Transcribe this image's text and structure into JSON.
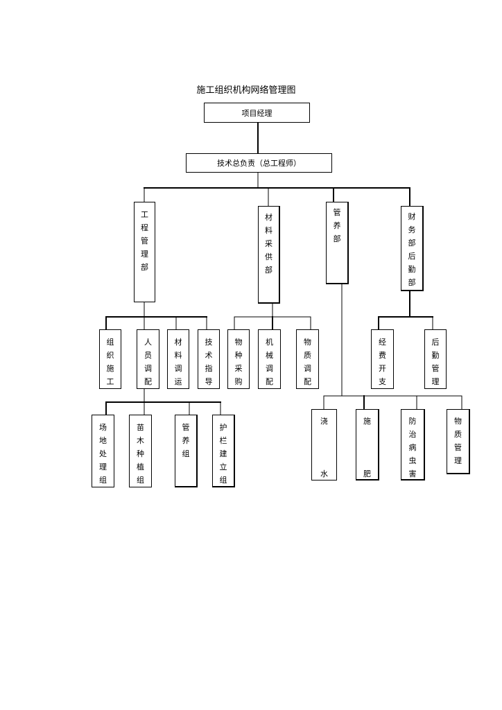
{
  "title": "施工组织机构网络管理图",
  "nodes": {
    "project_manager": "项目经理",
    "chief_engineer": "技术总负责（总工程师）",
    "engineering_dept": "工程管理部",
    "materials_dept": "材料采供部",
    "maintenance_dept": "管养部",
    "finance_dept": "财务部后勤部",
    "organize_construction": "组织施工",
    "personnel_allocation": "人员调配",
    "material_transport": "材料调运",
    "technical_guidance": "技术指导",
    "species_purchase": "物种采购",
    "machinery_allocation": "机械调配",
    "quality_allocation": "物质调配",
    "site_preparation_team": "场地处理组",
    "seedling_planting_team": "苗木种植组",
    "maintenance_team": "管养组",
    "guardrail_team": "护栏建立组",
    "watering_top": "浇",
    "watering_bottom": "水",
    "fertilizing_top": "施",
    "fertilizing_bottom": "肥",
    "pest_control": "防治病虫害",
    "material_management": "物质管理",
    "expense": "经费开支",
    "logistics_management": "后勤管理"
  }
}
